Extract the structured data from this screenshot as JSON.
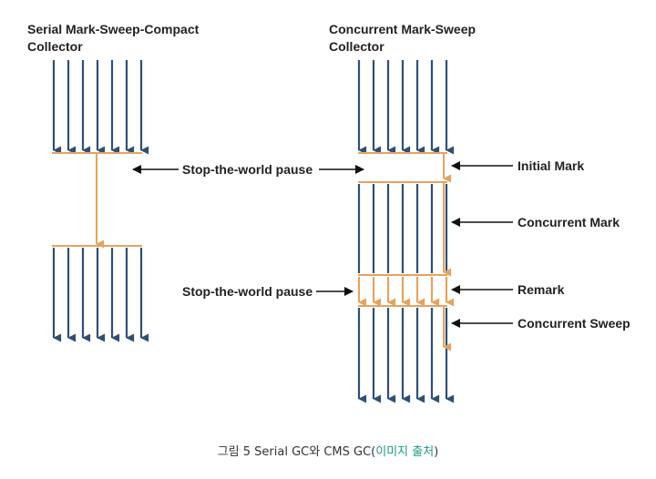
{
  "diagram": {
    "serial_title": [
      "Serial Mark-Sweep-Compact",
      "Collector"
    ],
    "concurrent_title": [
      "Concurrent Mark-Sweep",
      "Collector"
    ],
    "pause_label_top": "Stop-the-world pause",
    "pause_label_bottom": "Stop-the-world pause",
    "phases": {
      "initial_mark": "Initial Mark",
      "concurrent_mark": "Concurrent Mark",
      "remark": "Remark",
      "concurrent_sweep": "Concurrent Sweep"
    },
    "colors": {
      "app_thread": "#2f4f73",
      "gc_thread": "#e3a45f",
      "label_arrow": "#111111"
    },
    "app_thread_count": 7
  },
  "caption": {
    "prefix": "그림 5 Serial GC와 CMS GC(",
    "link": "이미지 출처",
    "suffix": ")"
  }
}
